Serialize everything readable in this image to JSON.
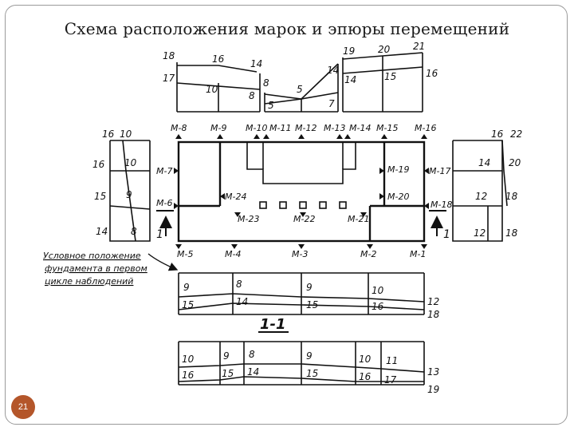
{
  "slide": {
    "title": "Схема расположения марок и эпюры перемещений",
    "page_number": "21"
  },
  "diagram": {
    "marks": {
      "m8": "М-8",
      "m9": "М-9",
      "m10": "М-10",
      "m11": "М-11",
      "m12": "М-12",
      "m13": "М-13",
      "m14": "М-14",
      "m15": "М-15",
      "m16": "М-16",
      "m7": "М-7",
      "m6": "М-6",
      "m24": "М-24",
      "m23": "М-23",
      "m22": "М-22",
      "m21": "М-21",
      "m19": "М-19",
      "m20": "М-20",
      "m17": "М-17",
      "m18": "М-18",
      "m5": "М-5",
      "m4": "М-4",
      "m3": "М-3",
      "m2": "М-2",
      "m1": "М-1"
    },
    "section_label": "1-1",
    "note_lines": [
      "Условное положение",
      "фундамента в первом",
      "цикле наблюдений"
    ],
    "arrow_label": "1",
    "top_epure": {
      "a": "18",
      "b": "16",
      "c": "14",
      "d": "17",
      "e": "10",
      "f": "8",
      "g": "8",
      "h": "5",
      "i": "5",
      "j": "7",
      "k": "14",
      "l": "19",
      "m": "20",
      "n": "21",
      "o": "14",
      "p": "15",
      "q": "16"
    },
    "left_epure": {
      "a": "16",
      "b": "10",
      "c": "16",
      "d": "10",
      "e": "15",
      "f": "9",
      "g": "14",
      "h": "8"
    },
    "right_epure": {
      "a": "16",
      "b": "22",
      "c": "14",
      "d": "20",
      "e": "12",
      "f": "18",
      "g": "12",
      "h": "18"
    },
    "bottom1_epure": {
      "a": "9",
      "b": "8",
      "c": "9",
      "d": "10",
      "e": "15",
      "f": "14",
      "g": "15",
      "h": "16",
      "i": "12",
      "j": "18"
    },
    "bottom2_epure": {
      "a": "10",
      "b": "9",
      "c": "8",
      "d": "9",
      "e": "10",
      "f": "11",
      "g": "16",
      "h": "15",
      "i": "14",
      "j": "15",
      "k": "16",
      "l": "17",
      "m": "13",
      "n": "19"
    }
  }
}
